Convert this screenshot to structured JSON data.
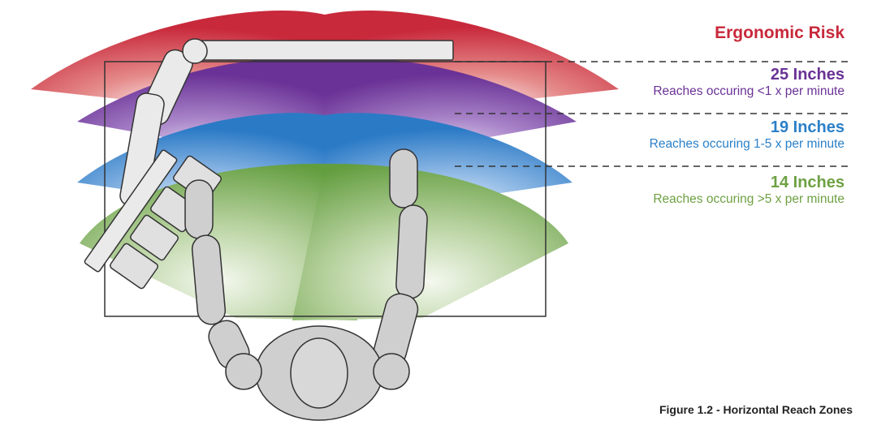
{
  "legend": {
    "risk_title": "Ergonomic Risk",
    "zones": [
      {
        "distance": "25 Inches",
        "description": "Reaches occuring <1 x per minute",
        "color": "#6a3296"
      },
      {
        "distance": "19 Inches",
        "description": "Reaches occuring 1-5 x per minute",
        "color": "#2b80c8"
      },
      {
        "distance": "14 Inches",
        "description": "Reaches occuring >5 x per minute",
        "color": "#6ea143"
      }
    ],
    "risk_color": "#c8293b"
  },
  "caption": "Figure 1.2 - Horizontal Reach Zones"
}
